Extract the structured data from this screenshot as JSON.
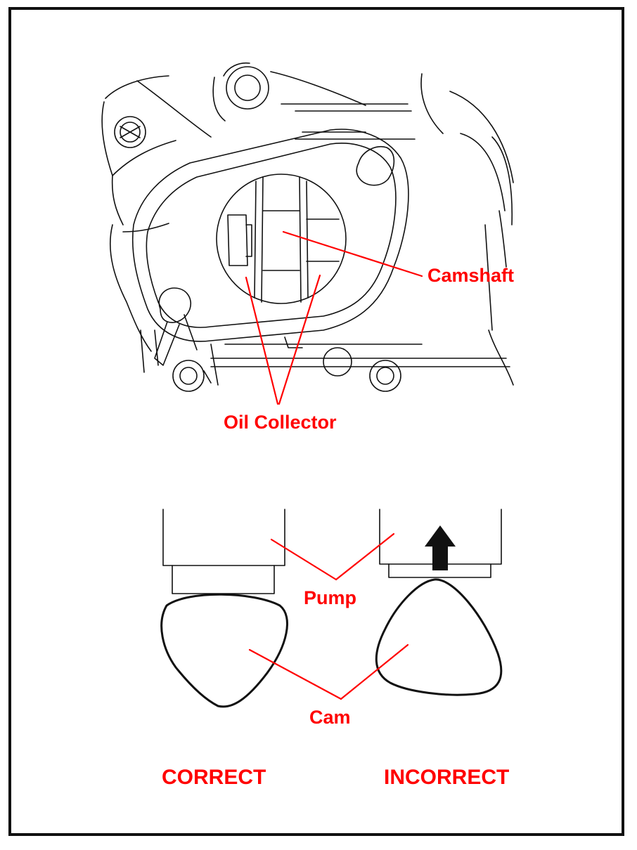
{
  "accent_color": "#ff0000",
  "line_color": "#111111",
  "labels": {
    "camshaft": "Camshaft",
    "oil_collector": "Oil Collector",
    "pump": "Pump",
    "cam": "Cam",
    "correct": "CORRECT",
    "incorrect": "INCORRECT"
  }
}
